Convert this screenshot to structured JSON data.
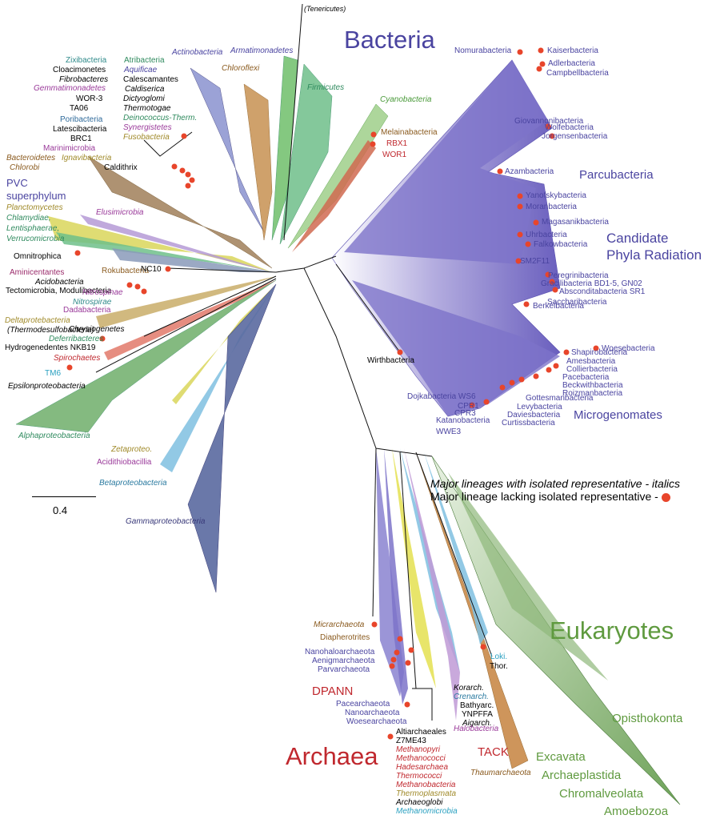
{
  "domains": {
    "bacteria": {
      "label": "Bacteria",
      "color": "#4a44a0"
    },
    "archaea": {
      "label": "Archaea",
      "color": "#c0282e"
    },
    "eukaryotes": {
      "label": "Eukaryotes",
      "color": "#5f9a3f"
    }
  },
  "groups": {
    "cpr": {
      "line1": "Candidate",
      "line2": "Phyla Radiation",
      "color": "#4a44a0"
    },
    "parcubacteria": {
      "label": "Parcubacteria",
      "color": "#4a44a0"
    },
    "microgenomates": {
      "label": "Microgenomates",
      "color": "#4a44a0"
    },
    "pvc": {
      "line1": "PVC",
      "line2": "superphylum",
      "color": "#4a44a0"
    },
    "dpann": {
      "label": "DPANN",
      "color": "#c0282e"
    },
    "tack": {
      "label": "TACK",
      "color": "#c0282e"
    }
  },
  "legend": {
    "italic_line": "Major lineages with isolated representative - italics",
    "dot_line": "Major lineage lacking isolated representative -",
    "dot_color": "#e8452b"
  },
  "scale": {
    "label": "0.4"
  },
  "labels": [
    {
      "key": "tenericutes",
      "text": "(Tenericutes)",
      "italic": true,
      "color": "#000000"
    },
    {
      "key": "armatimonadetes",
      "text": "Armatimonadetes",
      "italic": true,
      "color": "#4a44a0"
    },
    {
      "key": "actinobacteria",
      "text": "Actinobacteria",
      "italic": true,
      "color": "#4a44a0"
    },
    {
      "key": "chloroflexi",
      "text": "Chloroflexi",
      "italic": true,
      "color": "#8a5a1e"
    },
    {
      "key": "firmicutes",
      "text": "Firmicutes",
      "italic": true,
      "color": "#2f8a5e"
    },
    {
      "key": "cyanobacteria",
      "text": "Cyanobacteria",
      "italic": true,
      "color": "#4a9a3a"
    },
    {
      "key": "melainabacteria",
      "text": "Melainabacteria",
      "italic": false,
      "color": "#8a5a1e"
    },
    {
      "key": "rbx1",
      "text": "RBX1",
      "italic": false,
      "color": "#c0282e"
    },
    {
      "key": "wor1",
      "text": "WOR1",
      "italic": false,
      "color": "#c0282e"
    },
    {
      "key": "zixibacteria",
      "text": "Zixibacteria",
      "italic": false,
      "color": "#2f8a8a"
    },
    {
      "key": "cloacimonetes",
      "text": "Cloacimonetes",
      "italic": false,
      "color": "#000000"
    },
    {
      "key": "fibrobacteres",
      "text": "Fibrobacteres",
      "italic": true,
      "color": "#000000"
    },
    {
      "key": "gemmatimonadetes",
      "text": "Gemmatimonadetes",
      "italic": true,
      "color": "#9a3a9a"
    },
    {
      "key": "wor3",
      "text": "WOR-3",
      "italic": false,
      "color": "#000000"
    },
    {
      "key": "ta06",
      "text": "TA06",
      "italic": false,
      "color": "#000000"
    },
    {
      "key": "poribacteria",
      "text": "Poribacteria",
      "italic": false,
      "color": "#2f6a9a"
    },
    {
      "key": "latescibacteria",
      "text": "Latescibacteria",
      "italic": false,
      "color": "#000000"
    },
    {
      "key": "brc1",
      "text": "BRC1",
      "italic": false,
      "color": "#000000"
    },
    {
      "key": "atribacteria",
      "text": "Atribacteria",
      "italic": false,
      "color": "#2f8a5e"
    },
    {
      "key": "aquificae",
      "text": "Aquificae",
      "italic": true,
      "color": "#4a44a0"
    },
    {
      "key": "calescamantes",
      "text": "Calescamantes",
      "italic": false,
      "color": "#000000"
    },
    {
      "key": "caldiserica",
      "text": "Caldiserica",
      "italic": true,
      "color": "#000000"
    },
    {
      "key": "dictyoglomi",
      "text": "Dictyoglomi",
      "italic": true,
      "color": "#000000"
    },
    {
      "key": "thermotogae",
      "text": "Thermotogae",
      "italic": true,
      "color": "#000000"
    },
    {
      "key": "deinococcus",
      "text": "Deinococcus-Therm.",
      "italic": true,
      "color": "#2f8a5e"
    },
    {
      "key": "synergistetes",
      "text": "Synergistetes",
      "italic": true,
      "color": "#9a3a9a"
    },
    {
      "key": "fusobacteria",
      "text": "Fusobacteria",
      "italic": true,
      "color": "#a08a2a"
    },
    {
      "key": "marinimicrobia",
      "text": "Marinimicrobia",
      "italic": false,
      "color": "#9a3a9a"
    },
    {
      "key": "ignavibacteria",
      "text": "Ignavibacteria",
      "italic": true,
      "color": "#a08a2a"
    },
    {
      "key": "caldithrix",
      "text": "Caldithrix",
      "italic": false,
      "color": "#000000"
    },
    {
      "key": "bacteroidetes",
      "text": "Bacteroidetes",
      "italic": true,
      "color": "#8a5a1e"
    },
    {
      "key": "chlorobi",
      "text": "Chlorobi",
      "italic": true,
      "color": "#8a5a1e"
    },
    {
      "key": "planctomycetes",
      "text": "Planctomycetes",
      "italic": true,
      "color": "#a08a2a"
    },
    {
      "key": "chlamydiae",
      "text": "Chlamydiae,",
      "italic": true,
      "color": "#2f8a5e"
    },
    {
      "key": "lentisphaerae",
      "text": "Lentisphaerae,",
      "italic": true,
      "color": "#2f8a5e"
    },
    {
      "key": "verrucomicrobia",
      "text": "Verrucomicrobia",
      "italic": true,
      "color": "#2f8a5e"
    },
    {
      "key": "elusimicrobia",
      "text": "Elusimicrobia",
      "italic": true,
      "color": "#9a3a9a"
    },
    {
      "key": "omnitrophica",
      "text": "Omnitrophica",
      "italic": false,
      "color": "#000000"
    },
    {
      "key": "aminicentantes",
      "text": "Aminicentantes",
      "italic": false,
      "color": "#9a2a6a"
    },
    {
      "key": "rokubacteria",
      "text": "Rokubacteria",
      "italic": false,
      "color": "#8a5a1e"
    },
    {
      "key": "nc10",
      "text": "NC10",
      "italic": false,
      "color": "#000000"
    },
    {
      "key": "acidobacteria",
      "text": "Acidobacteria",
      "italic": true,
      "color": "#000000"
    },
    {
      "key": "tectomicrobia",
      "text": "Tectomicrobia, Modulibacteria",
      "italic": false,
      "color": "#000000"
    },
    {
      "key": "nitrospinae",
      "text": "Nitrospinae",
      "italic": true,
      "color": "#9a3a9a"
    },
    {
      "key": "nitrospirae",
      "text": "Nitrospirae",
      "italic": true,
      "color": "#2f8a8a"
    },
    {
      "key": "dadabacteria",
      "text": "Dadabacteria",
      "italic": false,
      "color": "#9a3a9a"
    },
    {
      "key": "deltaproteobacteria",
      "text": "Deltaprotebacteria",
      "italic": true,
      "color": "#a08a2a"
    },
    {
      "key": "thermodesulfo",
      "text": "(Thermodesulfobacteria)",
      "italic": true,
      "color": "#000000"
    },
    {
      "key": "chrysiogenetes",
      "text": "Chrysiogenetes",
      "italic": true,
      "color": "#000000"
    },
    {
      "key": "deferribacteres",
      "text": "Deferribacteres",
      "italic": true,
      "color": "#2f8a5e"
    },
    {
      "key": "hydrogenedentes",
      "text": "Hydrogenedentes NKB19",
      "italic": false,
      "color": "#000000"
    },
    {
      "key": "spirochaetes",
      "text": "Spirochaetes",
      "italic": true,
      "color": "#c0282e"
    },
    {
      "key": "tm6",
      "text": "TM6",
      "italic": false,
      "color": "#2aa0c0"
    },
    {
      "key": "epsilonproteobacteria",
      "text": "Epsilonproteobacteria",
      "italic": true,
      "color": "#000000"
    },
    {
      "key": "alphaproteobacteria",
      "text": "Alphaproteobacteria",
      "italic": true,
      "color": "#2f8a5e"
    },
    {
      "key": "zetaproteo",
      "text": "Zetaproteo.",
      "italic": true,
      "color": "#a08a2a"
    },
    {
      "key": "acidithiobacillia",
      "text": "Acidithiobacillia",
      "italic": false,
      "color": "#9a3a9a"
    },
    {
      "key": "betaproteobacteria",
      "text": "Betaproteobacteria",
      "italic": true,
      "color": "#2a7aa0"
    },
    {
      "key": "gammaproteobacteria",
      "text": "Gammaproteobacteria",
      "italic": true,
      "color": "#3a3a7a"
    },
    {
      "key": "nomurabacteria",
      "text": "Nomurabacteria",
      "italic": false,
      "color": "#4a44a0"
    },
    {
      "key": "kaiserbacteria",
      "text": "Kaiserbacteria",
      "italic": false,
      "color": "#4a44a0"
    },
    {
      "key": "adlerbacteria",
      "text": "Adlerbacteria",
      "italic": false,
      "color": "#4a44a0"
    },
    {
      "key": "campbellbacteria",
      "text": "Campbellbacteria",
      "italic": false,
      "color": "#4a44a0"
    },
    {
      "key": "giovannonibacteria",
      "text": "Giovannonibacteria",
      "italic": false,
      "color": "#4a44a0"
    },
    {
      "key": "wolfebacteria",
      "text": "Wolfebacteria",
      "italic": false,
      "color": "#4a44a0"
    },
    {
      "key": "jorgensenbacteria",
      "text": "Jorgensenbacteria",
      "italic": false,
      "color": "#4a44a0"
    },
    {
      "key": "azambacteria",
      "text": "Azambacteria",
      "italic": false,
      "color": "#4a44a0"
    },
    {
      "key": "yanofskybacteria",
      "text": "Yanofskybacteria",
      "italic": false,
      "color": "#4a44a0"
    },
    {
      "key": "moranbacteria",
      "text": "Moranbacteria",
      "italic": false,
      "color": "#4a44a0"
    },
    {
      "key": "magasanikbacteria",
      "text": "Magasanikbacteria",
      "italic": false,
      "color": "#4a44a0"
    },
    {
      "key": "uhrbacteria",
      "text": "Uhrbacteria",
      "italic": false,
      "color": "#4a44a0"
    },
    {
      "key": "falkowbacteria",
      "text": "Falkowbacteria",
      "italic": false,
      "color": "#4a44a0"
    },
    {
      "key": "sm2f11",
      "text": "SM2F11",
      "italic": false,
      "color": "#4a44a0"
    },
    {
      "key": "peregrinibacteria",
      "text": "Peregrinibacteria",
      "italic": false,
      "color": "#4a44a0"
    },
    {
      "key": "gracilibacteria",
      "text": "Gracilibacteria BD1-5, GN02",
      "italic": false,
      "color": "#4a44a0"
    },
    {
      "key": "absconditabacteria",
      "text": "Absconditabacteria SR1",
      "italic": false,
      "color": "#4a44a0"
    },
    {
      "key": "saccharibacteria",
      "text": "Saccharibacteria",
      "italic": false,
      "color": "#4a44a0"
    },
    {
      "key": "berkelbacteria",
      "text": "Berkelbacteria",
      "italic": false,
      "color": "#4a44a0"
    },
    {
      "key": "woesebacteria",
      "text": "Woesebacteria",
      "italic": false,
      "color": "#4a44a0"
    },
    {
      "key": "shapirobacteria",
      "text": "Shapirobacteria",
      "italic": false,
      "color": "#4a44a0"
    },
    {
      "key": "amesbacteria",
      "text": "Amesbacteria",
      "italic": false,
      "color": "#4a44a0"
    },
    {
      "key": "collierbacteria",
      "text": "Collierbacteria",
      "italic": false,
      "color": "#4a44a0"
    },
    {
      "key": "pacebacteria",
      "text": "Pacebacteria",
      "italic": false,
      "color": "#4a44a0"
    },
    {
      "key": "beckwithbacteria",
      "text": "Beckwithbacteria",
      "italic": false,
      "color": "#4a44a0"
    },
    {
      "key": "roizmanbacteria",
      "text": "Roizmanbacteria",
      "italic": false,
      "color": "#4a44a0"
    },
    {
      "key": "gottesmanbacteria",
      "text": "Gottesmanbacteria",
      "italic": false,
      "color": "#4a44a0"
    },
    {
      "key": "levybacteria",
      "text": "Levybacteria",
      "italic": false,
      "color": "#4a44a0"
    },
    {
      "key": "daviesbacteria",
      "text": "Daviesbacteria",
      "italic": false,
      "color": "#4a44a0"
    },
    {
      "key": "curtissbacteria",
      "text": "Curtissbacteria",
      "italic": false,
      "color": "#4a44a0"
    },
    {
      "key": "dojkabacteria",
      "text": "Dojkabacteria WS6",
      "italic": false,
      "color": "#4a44a0"
    },
    {
      "key": "cpr1",
      "text": "CPR1",
      "italic": false,
      "color": "#4a44a0"
    },
    {
      "key": "cpr3",
      "text": "CPR3",
      "italic": false,
      "color": "#4a44a0"
    },
    {
      "key": "katanobacteria",
      "text": "Katanobacteria",
      "italic": false,
      "color": "#4a44a0"
    },
    {
      "key": "wwe3",
      "text": "WWE3",
      "italic": false,
      "color": "#4a44a0"
    },
    {
      "key": "wirthbacteria",
      "text": "Wirthbacteria",
      "italic": false,
      "color": "#000000"
    },
    {
      "key": "micrarchaeota",
      "text": "Micrarchaeota",
      "italic": true,
      "color": "#8a5a1e"
    },
    {
      "key": "diapherotrites",
      "text": "Diapherotrites",
      "italic": false,
      "color": "#8a5a1e"
    },
    {
      "key": "nanohaloarchaeota",
      "text": "Nanohaloarchaeota",
      "italic": false,
      "color": "#4a44a0"
    },
    {
      "key": "aenigmarchaeota",
      "text": "Aenigmarchaeota",
      "italic": false,
      "color": "#4a44a0"
    },
    {
      "key": "parvarchaeota",
      "text": "Parvarchaeota",
      "italic": false,
      "color": "#4a44a0"
    },
    {
      "key": "pacearchaeota",
      "text": "Pacearchaeota",
      "italic": false,
      "color": "#4a44a0"
    },
    {
      "key": "nanoarchaeota",
      "text": "Nanoarchaeota",
      "italic": false,
      "color": "#4a44a0"
    },
    {
      "key": "woesearchaeota",
      "text": "Woesearchaeota",
      "italic": false,
      "color": "#4a44a0"
    },
    {
      "key": "korarch",
      "text": "Korarch.",
      "italic": true,
      "color": "#000000"
    },
    {
      "key": "crenarch",
      "text": "Crenarch.",
      "italic": true,
      "color": "#2a7aa0"
    },
    {
      "key": "bathyarc",
      "text": "Bathyarc.",
      "italic": false,
      "color": "#000000"
    },
    {
      "key": "ynpffa",
      "text": "YNPFFA",
      "italic": false,
      "color": "#000000"
    },
    {
      "key": "aigarch",
      "text": "Aigarch.",
      "italic": true,
      "color": "#000000"
    },
    {
      "key": "loki",
      "text": "Loki.",
      "italic": false,
      "color": "#2aa0c0"
    },
    {
      "key": "thor",
      "text": "Thor.",
      "italic": false,
      "color": "#000000"
    },
    {
      "key": "halobacteria",
      "text": "Halobacteria",
      "italic": true,
      "color": "#9a3a9a"
    },
    {
      "key": "altiarchaeales",
      "text": "Altiarchaeales",
      "italic": false,
      "color": "#000000"
    },
    {
      "key": "z7me43",
      "text": "Z7ME43",
      "italic": false,
      "color": "#000000"
    },
    {
      "key": "methanopyri",
      "text": "Methanopyri",
      "italic": true,
      "color": "#c0282e"
    },
    {
      "key": "methanococci",
      "text": "Methanococci",
      "italic": true,
      "color": "#c0282e"
    },
    {
      "key": "hadesarchaea",
      "text": "Hadesarchaea",
      "italic": true,
      "color": "#c0282e"
    },
    {
      "key": "thermococci",
      "text": "Thermococci",
      "italic": true,
      "color": "#c0282e"
    },
    {
      "key": "methanobacteria",
      "text": "Methanobacteria",
      "italic": true,
      "color": "#c0282e"
    },
    {
      "key": "thermoplasmata",
      "text": "Thermoplasmata",
      "italic": true,
      "color": "#a08a2a"
    },
    {
      "key": "archaeoglobi",
      "text": "Archaeoglobi",
      "italic": true,
      "color": "#000000"
    },
    {
      "key": "methanomicrobia",
      "text": "Methanomicrobia",
      "italic": true,
      "color": "#2aa0c0"
    },
    {
      "key": "thaumarchaeota",
      "text": "Thaumarchaeota",
      "italic": true,
      "color": "#8a5a1e"
    },
    {
      "key": "opisthokonta",
      "text": "Opisthokonta",
      "italic": false,
      "color": "#5f9a3f"
    },
    {
      "key": "excavata",
      "text": "Excavata",
      "italic": false,
      "color": "#5f9a3f"
    },
    {
      "key": "archaeplastida",
      "text": "Archaeplastida",
      "italic": false,
      "color": "#5f9a3f"
    },
    {
      "key": "chromalveolata",
      "text": "Chromalveolata",
      "italic": false,
      "color": "#5f9a3f"
    },
    {
      "key": "amoebozoa",
      "text": "Amoebozoa",
      "italic": false,
      "color": "#5f9a3f"
    }
  ]
}
